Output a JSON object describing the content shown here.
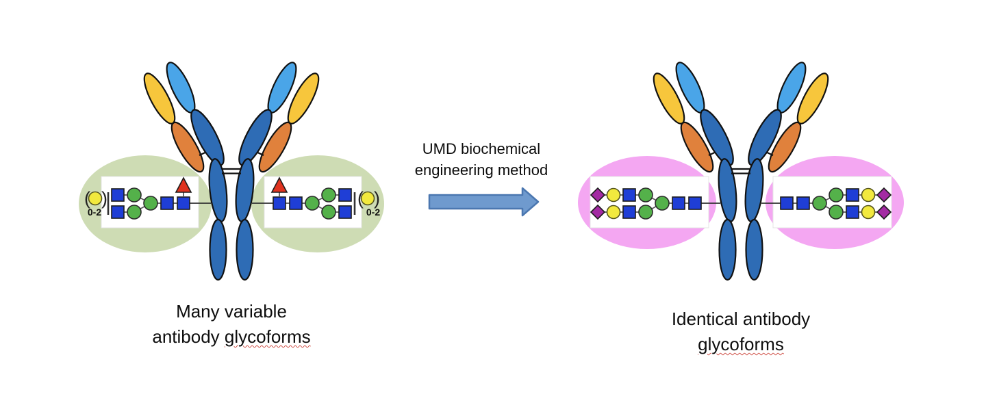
{
  "figure": {
    "type": "antibody-glycoengineering-diagram",
    "left_caption": {
      "line1": "Many variable",
      "line2_prefix": "antibody ",
      "line2_underlined": "glycoforms"
    },
    "right_caption": {
      "line1": "Identical antibody",
      "line2_underlined": "glycoforms"
    },
    "arrow_label": {
      "line1": "UMD biochemical",
      "line2": "engineering method"
    }
  },
  "glycan": {
    "repeat_label": "0-2",
    "bracket_open": "(",
    "bracket_close": ")"
  },
  "colors": {
    "antibody": {
      "heavy_chain_blue": "#2e6cb5",
      "variable_domain_light_blue": "#4aa5e8",
      "light_chain_yellow": "#f7c63c",
      "light_chain_orange": "#e0813c"
    },
    "halos": {
      "variable_glycoforms_green": "#cedcb4",
      "identical_glycoforms_pink": "#f4a7f2"
    },
    "glycan_symbols": {
      "glcnac_blue_square": "#1f3ed6",
      "mannose_green_circle": "#54b14a",
      "galactose_yellow_circle": "#f2e93e",
      "fucose_red_triangle": "#e0331f",
      "sialic_acid_purple_diamond": "#a32ba3"
    },
    "arrow": {
      "fill": "#6f9ace",
      "stroke": "#4b77b0"
    }
  }
}
